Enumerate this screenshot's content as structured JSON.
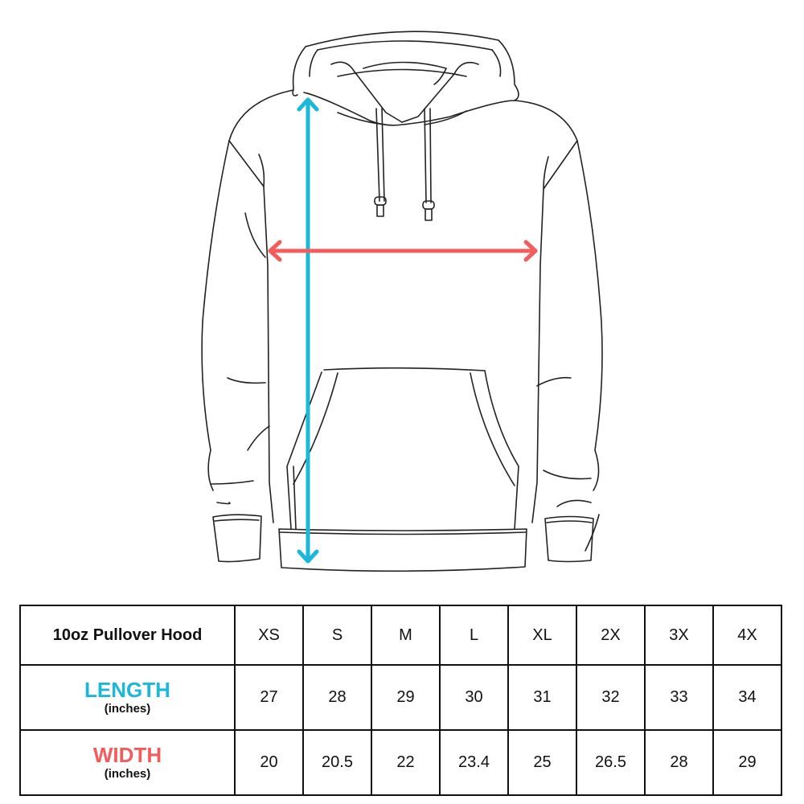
{
  "illustration": {
    "subject": "hoodie-outline",
    "length_arrow_color": "#1bb8d9",
    "width_arrow_color": "#f25c5c",
    "outline_color": "#222222"
  },
  "table": {
    "product_name": "10oz Pullover Hood",
    "sizes": [
      "XS",
      "S",
      "M",
      "L",
      "XL",
      "2X",
      "3X",
      "4X"
    ],
    "length": {
      "title": "LENGTH",
      "unit": "(inches)",
      "color": "#1bb8d9",
      "values": [
        "27",
        "28",
        "29",
        "30",
        "31",
        "32",
        "33",
        "34"
      ]
    },
    "width": {
      "title": "WIDTH",
      "unit": "(inches)",
      "color": "#f25c5c",
      "values": [
        "20",
        "20.5",
        "22",
        "23.4",
        "25",
        "26.5",
        "28",
        "29"
      ]
    }
  },
  "chart_data": {
    "type": "table",
    "title": "10oz Pullover Hood",
    "categories": [
      "XS",
      "S",
      "M",
      "L",
      "XL",
      "2X",
      "3X",
      "4X"
    ],
    "series": [
      {
        "name": "LENGTH (inches)",
        "values": [
          27,
          28,
          29,
          30,
          31,
          32,
          33,
          34
        ]
      },
      {
        "name": "WIDTH (inches)",
        "values": [
          20,
          20.5,
          22,
          23.4,
          25,
          26.5,
          28,
          29
        ]
      }
    ]
  }
}
